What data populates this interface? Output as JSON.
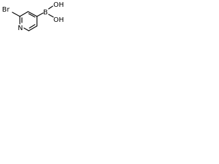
{
  "structure": {
    "atoms": {
      "bromine": "Br",
      "nitrogen": "N",
      "boron": "B",
      "hydroxyl_upper": "OH",
      "hydroxyl_lower": "OH"
    }
  },
  "colors": {
    "background": "#ffffff",
    "ink": "#000000"
  }
}
